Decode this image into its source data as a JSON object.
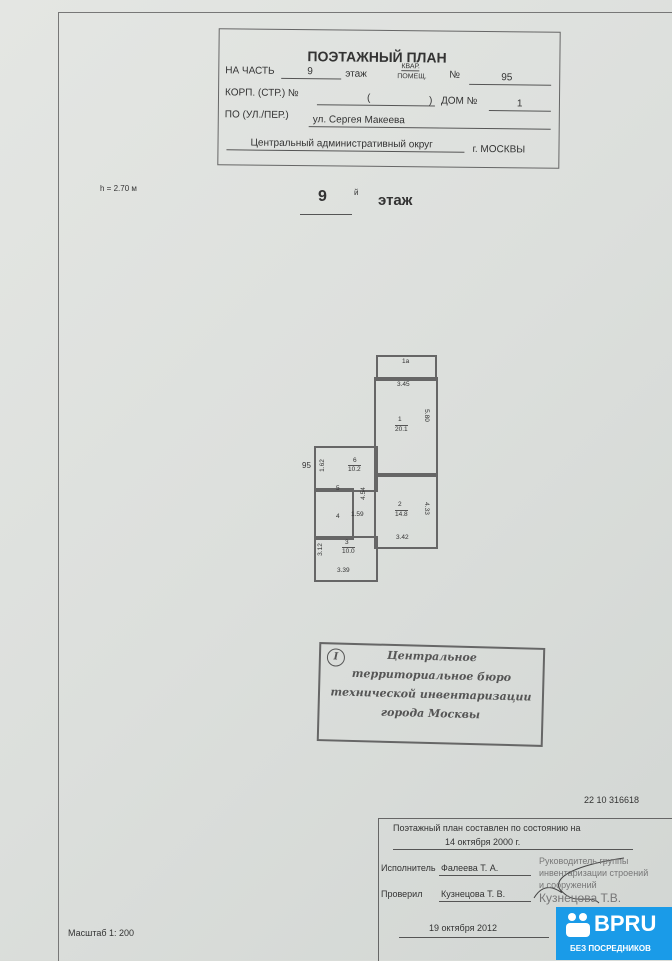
{
  "header": {
    "title": "ПОЭТАЖНЫЙ ПЛАН",
    "part_label": "НА ЧАСТЬ",
    "floor": "9",
    "floor_label": "этаж",
    "apt_label_top": "КВАР.",
    "apt_label_bottom": "ПОМЕЩ.",
    "number_label": "№",
    "apt_number": "95",
    "korp_label": "КОРП. (СТР.) №",
    "korp_paren_open": "(",
    "korp_paren_close": ")",
    "house_label": "ДОМ №",
    "house_number": "1",
    "street_label": "ПО (УЛ./ПЕР.)",
    "street": "ул. Сергея Макеева",
    "district": "Центральный административный округ",
    "city": "г. МОСКВЫ"
  },
  "height": "h = 2.70 м",
  "floor_title": {
    "number": "9",
    "suffix": "й",
    "label": "этаж"
  },
  "plan": {
    "apt": "95",
    "rooms": [
      {
        "id": "1а"
      },
      {
        "id": "1",
        "area": "20.1"
      },
      {
        "id": "2",
        "area": "14.8"
      },
      {
        "id": "3",
        "area": "10.0"
      },
      {
        "id": "4"
      },
      {
        "id": "5"
      },
      {
        "id": "6",
        "area": "10.2"
      }
    ],
    "dims": [
      "3.45",
      "5.80",
      "4.33",
      "3.42",
      "1.62",
      "4.54",
      "1.59",
      "3.12",
      "3.39"
    ]
  },
  "stamp": {
    "number": "I",
    "lines": [
      "Центральное",
      "территориальное бюро",
      "технической инвентаризации",
      "города Москвы"
    ]
  },
  "doc_code": "22 10 316618",
  "footer": {
    "state_text": "Поэтажный план составлен по состоянию на",
    "state_date": "14 октября 2000 г.",
    "stamp2": [
      "Руководитель группы",
      "инвентаризации строений",
      "и сооружений",
      "Кузнецова Т.В."
    ],
    "executor_label": "Исполнитель",
    "executor": "Фалеева Т. А.",
    "checked_label": "Проверил",
    "checker": "Кузнецова Т. В.",
    "date": "19 октября 2012"
  },
  "scale": "Масштаб 1: 200",
  "logo": {
    "name": "BPRU",
    "tagline": "БЕЗ ПОСРЕДНИКОВ"
  }
}
